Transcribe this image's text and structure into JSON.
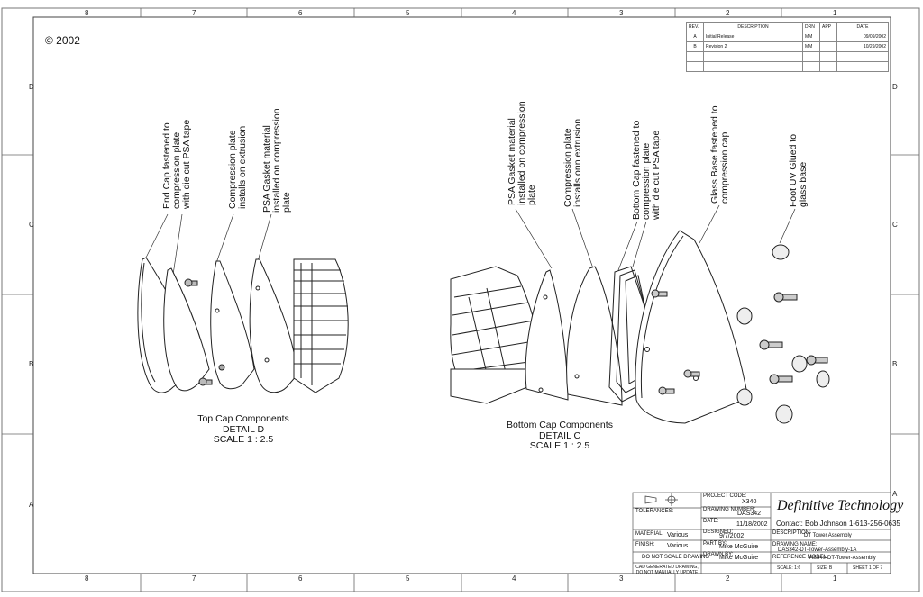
{
  "copyright": "© 2002",
  "zones": {
    "columns": [
      "8",
      "7",
      "6",
      "5",
      "4",
      "3",
      "2",
      "1"
    ],
    "rows": [
      "D",
      "C",
      "B",
      "A"
    ]
  },
  "revision_table": {
    "headers": [
      "REV.",
      "DESCRIPTION",
      "DRN",
      "APP",
      "DATE"
    ],
    "rows": [
      {
        "rev": "A",
        "description": "Initial Release",
        "drn": "MM",
        "app": "",
        "date": "09/09/2002"
      },
      {
        "rev": "B",
        "description": "Revision 2",
        "drn": "MM",
        "app": "",
        "date": "10/29/2002"
      }
    ]
  },
  "callouts": {
    "end_cap": "End Cap fastened to\ncompression plate\nwith die cut PSA tape",
    "compression_plate_top": "Compression plate\ninstalls on extrusion",
    "psa_gasket_top": "PSA Gasket material\ninstalled on compression\nplate",
    "psa_gasket_bottom": "PSA Gasket material\ninstalled on compression\nplate",
    "compression_plate_bottom": "Compression plate\ninstalls onn extrusion",
    "bottom_cap": "Bottom Cap fastened to\ncompression plate\nwith die cut PSA tape",
    "glass_base": "Glass Base fastened to\ncompression cap",
    "foot": "Foot UV Glued to\nglass base"
  },
  "details": {
    "top": {
      "title": "Top Cap Components",
      "detail": "DETAIL D",
      "scale": "SCALE 1 : 2.5"
    },
    "bottom": {
      "title": "Bottom Cap Components",
      "detail": "DETAIL C",
      "scale": "SCALE 1 : 2.5"
    }
  },
  "title_block": {
    "tolerances": "TOLERANCES:",
    "project_code_label": "PROJECT CODE:",
    "project_code": "X340",
    "drawing_number_label": "DRAWING NUMBER:",
    "drawing_number": "DAS342",
    "date_label": "DATE:",
    "date": "11/18/2002",
    "designed_label": "DESIGNED:",
    "designed": "9/7/2002",
    "material_label": "MATERIAL:",
    "material": "Various",
    "finish_label": "FINISH:",
    "finish": "Various",
    "part_by_label": "PART BY:",
    "part_by": "Mike McGuire",
    "drawn_by_label": "DRAWN BY:",
    "drawn_by": "Mike McGuire",
    "do_not_scale": "DO NOT SCALE DRAWING",
    "cad_note": "CAD GENERATED DRAWING, DO NOT MANUALLY UPDATE",
    "company": "Definitive Technology",
    "contact": "Contact: Bob Johnson  1-613-256-0635",
    "description_label": "DESCRIPTION:",
    "description": "DT Tower Assembly",
    "drawing_name_label": "DRAWING NAME:",
    "drawing_name": "DAS342-DT-Tower-Assembly-1A",
    "reference_model_label": "REFERENCE MODEL:",
    "reference_model": "AS340-DT-Tower-Assembly",
    "scale": "SCALE: 1:6",
    "size": "SIZE: B",
    "sheet": "SHEET 1 OF 7"
  }
}
